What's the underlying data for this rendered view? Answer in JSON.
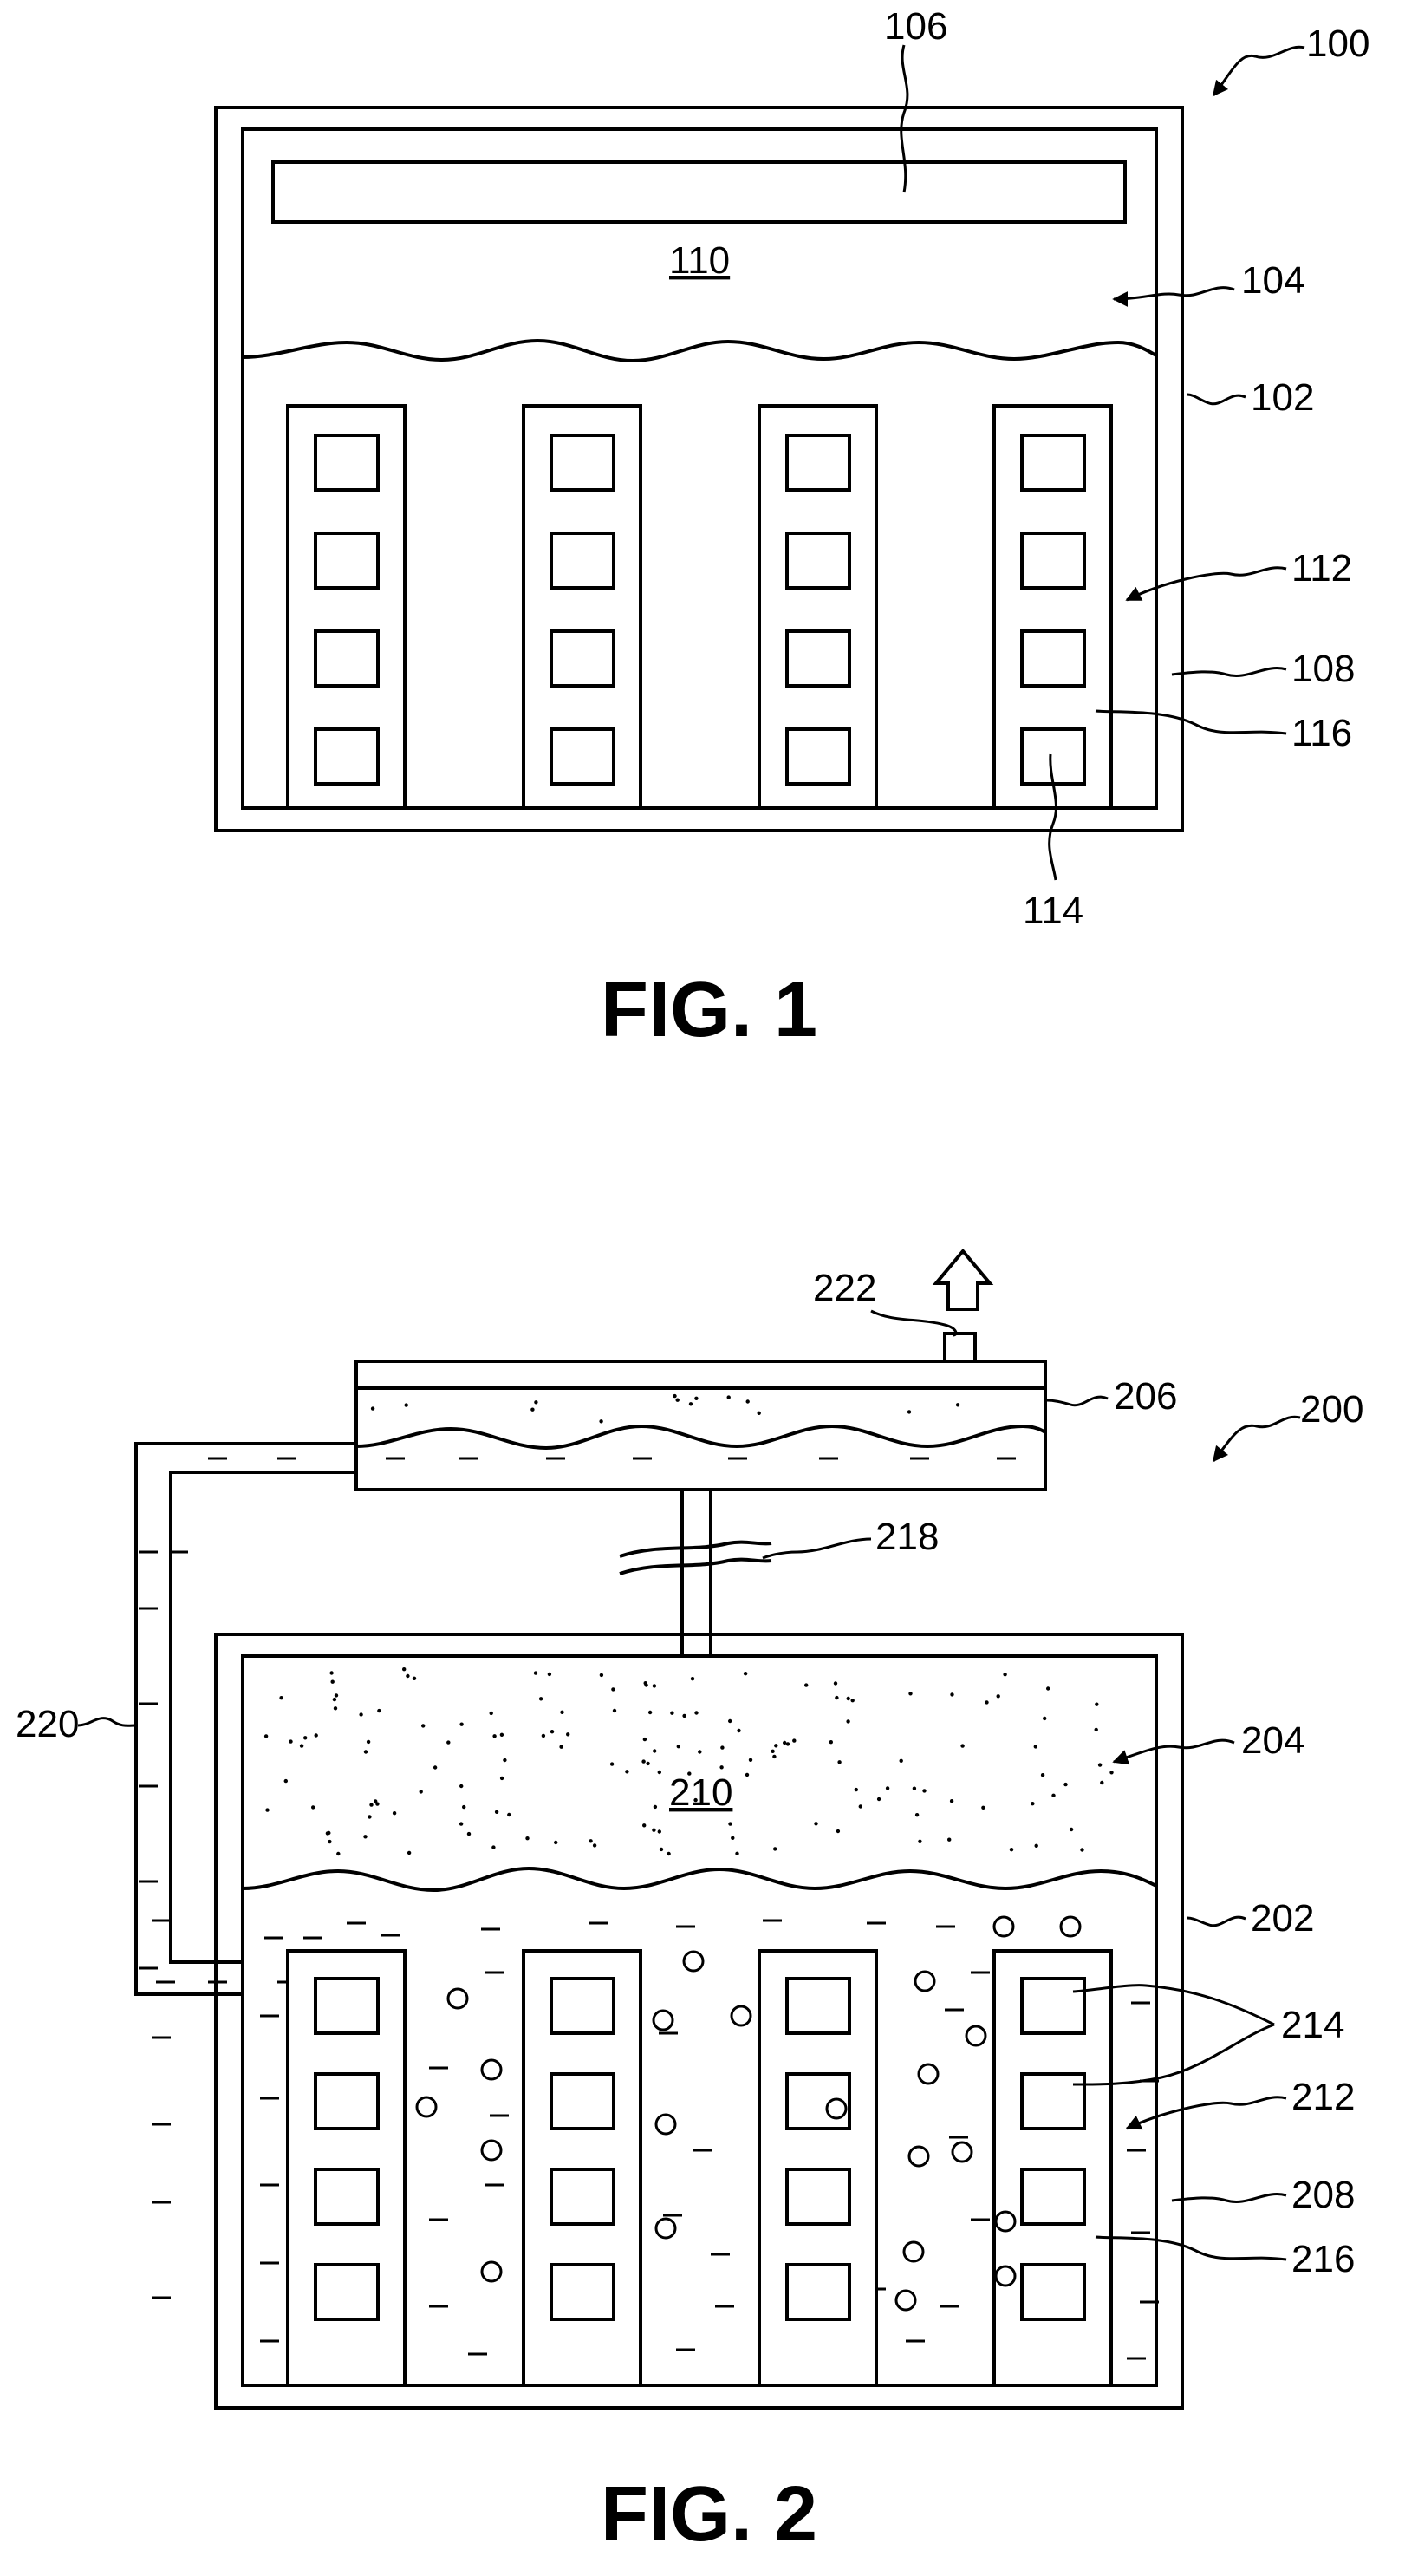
{
  "figures": {
    "fig1": {
      "caption": "FIG. 1",
      "labels": {
        "system": "100",
        "tank": "102",
        "vapor_region": "104",
        "condenser": "106",
        "liquid": "108",
        "vapor": "110",
        "board": "112",
        "component": "114",
        "board_surface": "116"
      }
    },
    "fig2": {
      "caption": "FIG. 2",
      "labels": {
        "system": "200",
        "tank": "202",
        "vapor_region": "204",
        "condenser": "206",
        "liquid": "208",
        "vapor": "210",
        "board": "212",
        "components": "214",
        "board_surface": "216",
        "vapor_line": "218",
        "return_line": "220",
        "vent": "222"
      }
    }
  },
  "colors": {
    "stroke": "#000000",
    "background": "#ffffff"
  }
}
